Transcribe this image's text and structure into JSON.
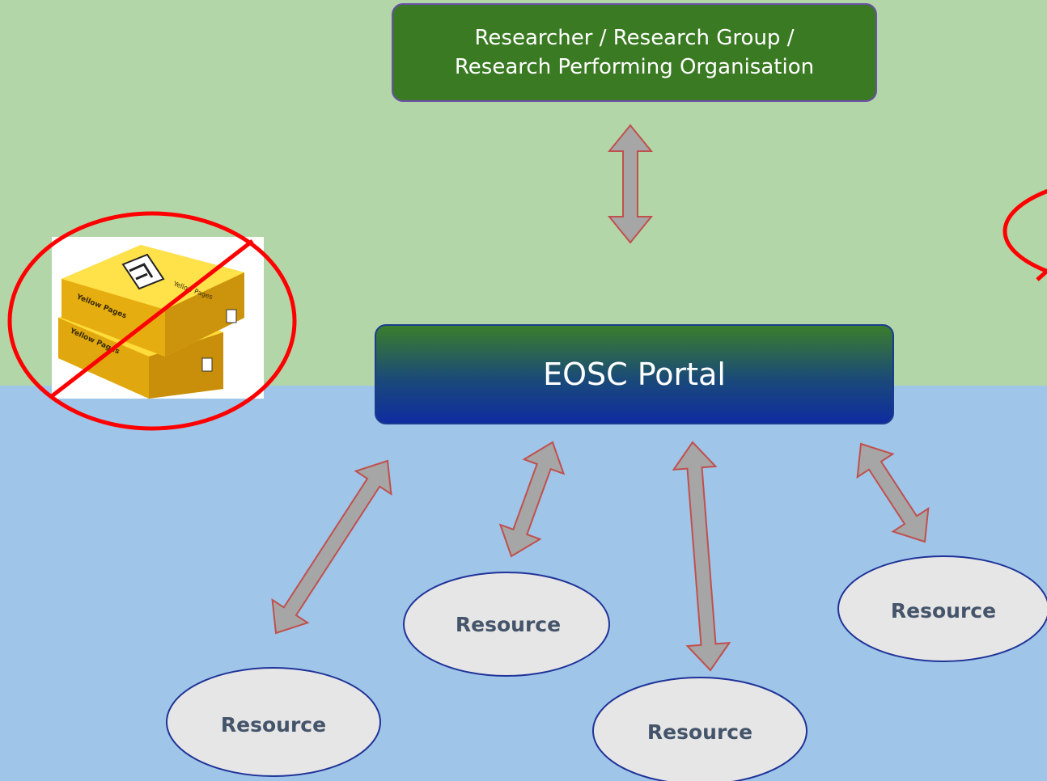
{
  "researcher": {
    "line1": "Researcher / Research Group /",
    "line2": "Research Performing Organisation"
  },
  "portal": {
    "label": "EOSC Portal"
  },
  "resources": [
    "Resource",
    "Resource",
    "Resource",
    "Resource"
  ],
  "image_labels": {
    "top_book": "Yellow Pages",
    "bottom_book": "Yellow Pages"
  },
  "colors": {
    "top_background": "#b3d6a8",
    "bottom_background": "#9fc5e8",
    "researcher_box": "#3a7a22",
    "arrow_fill": "#a6a6a6",
    "arrow_stroke": "#c0504d",
    "no_symbol": "#ff0000",
    "resource_fill": "#e7e6e6",
    "resource_stroke": "#1f3399"
  }
}
